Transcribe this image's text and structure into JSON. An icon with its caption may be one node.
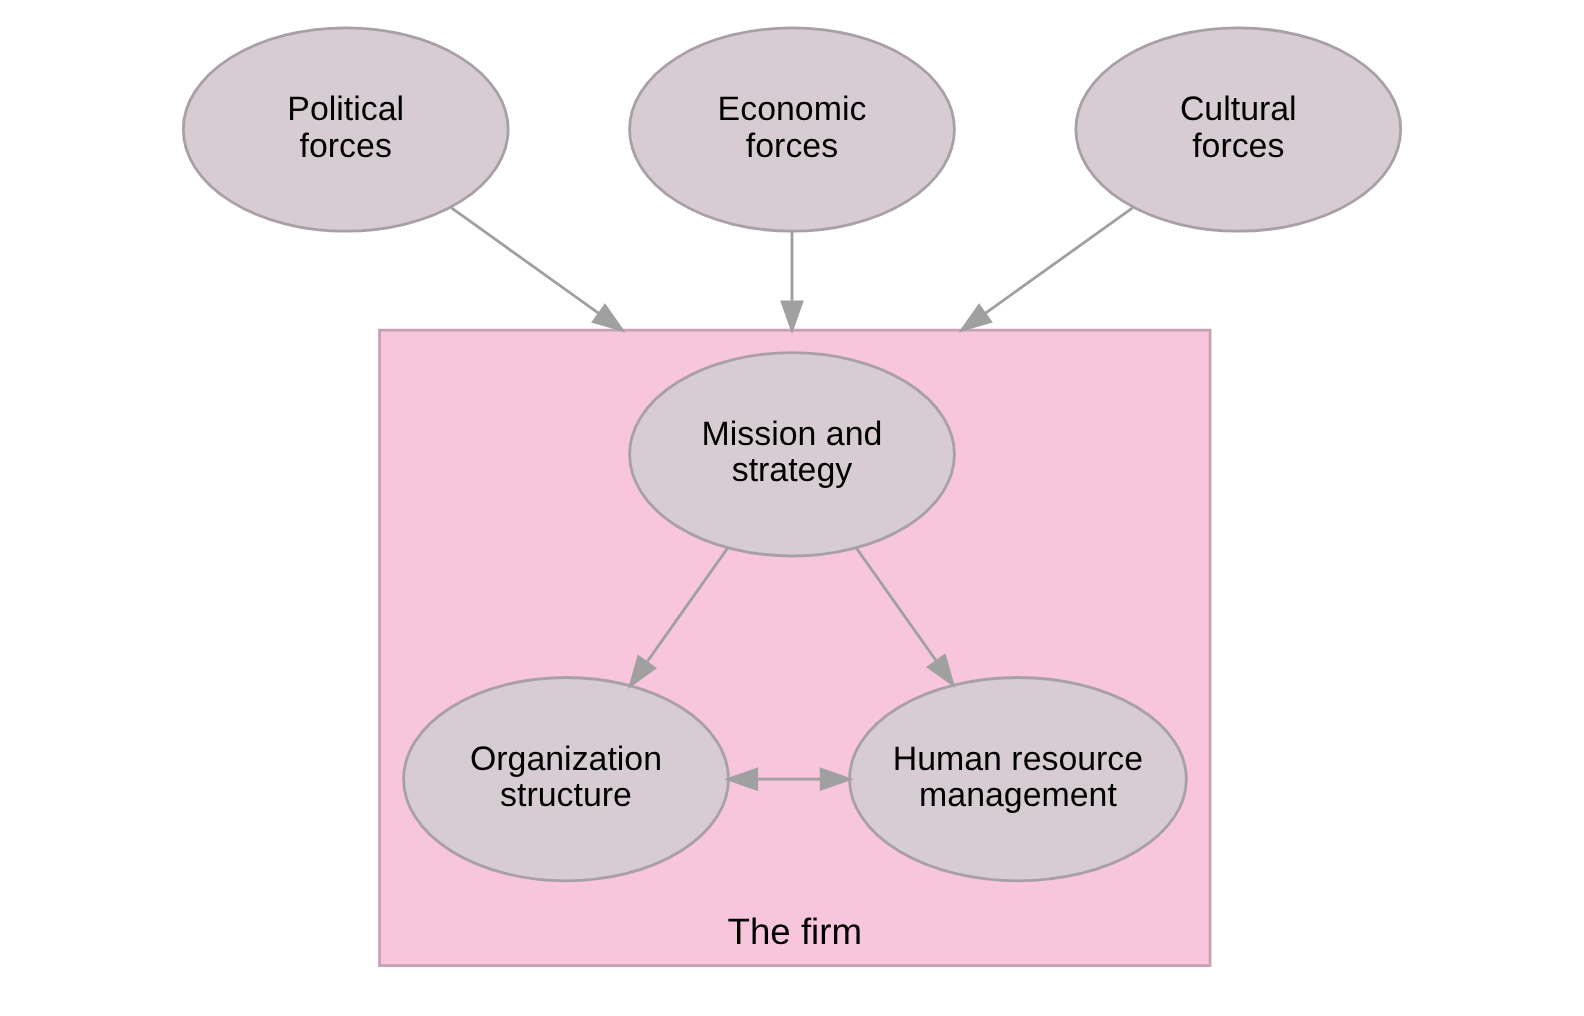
{
  "diagram": {
    "nodes": [
      {
        "text": [
          "Political forces"
        ]
      },
      {
        "text": [
          "Economic forces"
        ]
      },
      {
        "text": [
          "Cultural forces"
        ]
      },
      {
        "text": [
          "The firm"
        ]
      },
      {
        "text": [
          "Mission and strategy"
        ],
        "in": 3
      },
      {
        "text": [
          "Organization structure"
        ],
        "in": 3
      },
      {
        "text": [
          "Human resource management"
        ],
        "in": 3
      }
    ],
    "edges": [
      {
        "from": 0,
        "to": 3,
        "arrow": "to"
      },
      {
        "from": 1,
        "to": 3,
        "arrow": "to"
      },
      {
        "from": 2,
        "to": 3,
        "arrow": "to"
      },
      {
        "from": 4,
        "to": 5,
        "arrow": "to"
      },
      {
        "from": 4,
        "to": 6,
        "arrow": "to"
      },
      {
        "from": 5,
        "to": 6,
        "arrow": "both"
      }
    ]
  }
}
